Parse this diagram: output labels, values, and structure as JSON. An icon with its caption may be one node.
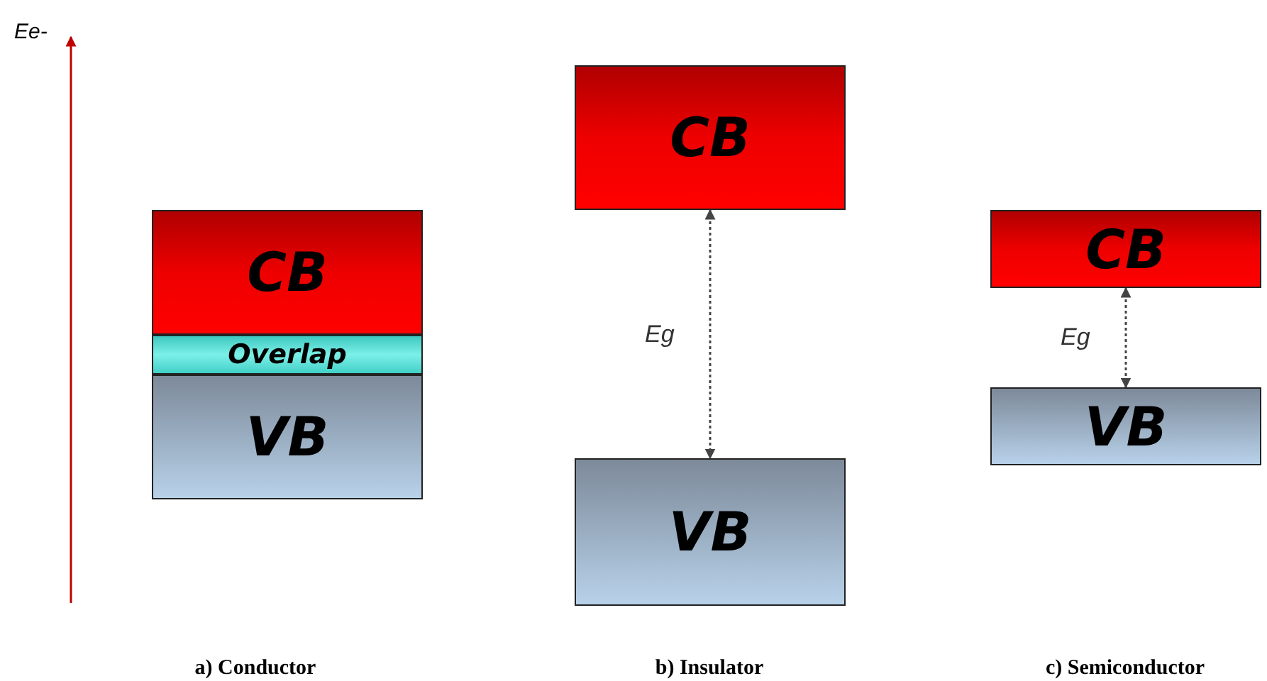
{
  "diagram": {
    "nodes": [
      {
        "text": [
          "CB"
        ]
      },
      {
        "text": [
          "Overlap"
        ]
      },
      {
        "text": [
          "VB"
        ]
      },
      {
        "text": [
          "CB"
        ]
      },
      {
        "text": [
          "VB"
        ]
      },
      {
        "text": [
          "CB"
        ]
      },
      {
        "text": [
          "VB"
        ]
      }
    ],
    "edges": [
      {
        "from": 3,
        "to": 4,
        "arrow": "both",
        "style": "dashed",
        "label": "Eg"
      },
      {
        "from": 5,
        "to": 6,
        "arrow": "both",
        "style": "dashed",
        "label": "Eg"
      }
    ],
    "labels": [
      "Ee-",
      "a) Conductor",
      "b) Insulator",
      "c) Semiconductor"
    ]
  }
}
